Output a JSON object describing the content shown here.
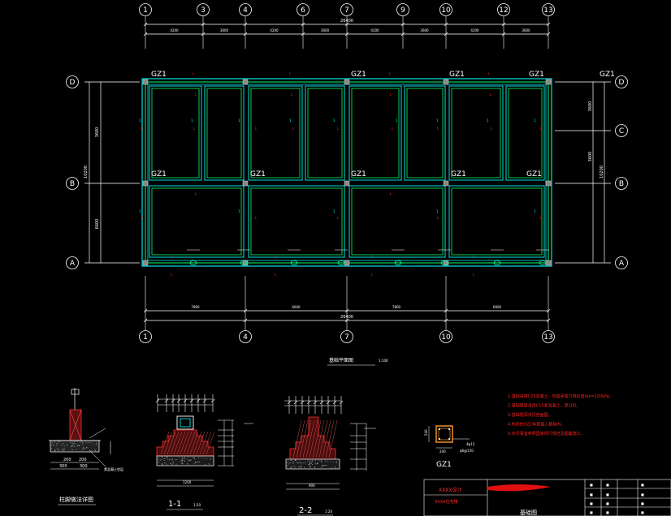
{
  "grid": {
    "top_axes": [
      "1",
      "3",
      "4",
      "6",
      "7",
      "9",
      "10",
      "12",
      "13"
    ],
    "bottom_axes": [
      "1",
      "4",
      "7",
      "10",
      "13"
    ],
    "left_rows": [
      "D",
      "B",
      "A"
    ],
    "right_rows": [
      "D",
      "C",
      "B",
      "A"
    ]
  },
  "dims": {
    "top_spans": [
      "4200",
      "3600",
      "4200",
      "3600",
      "4200",
      "3600",
      "4200",
      "3600"
    ],
    "top_total": "26400",
    "bottom_spans": [
      "7800",
      "6600",
      "7800",
      "6600"
    ],
    "bottom_total": "26400",
    "left_a": "3600",
    "left_b": "6600",
    "left_total": "10200",
    "right_a": "3600",
    "right_b": "3600",
    "right_total": "10200"
  },
  "labels": {
    "gz1": "GZ1",
    "plan_title": "基础平面图",
    "plan_scale": "1:100",
    "sec1": "1-1",
    "sec1_scale": "1:20",
    "sec2": "2-2",
    "sec2_scale": "1:20",
    "col_title": "柱脚做法详图",
    "col_label": "GZ1",
    "col_dim_w": "240",
    "col_dim_h": "240",
    "col_rebar": "4φ12",
    "col_stirrup": "φ6@150",
    "col_d1": "200",
    "col_d2": "200",
    "col_d3": "300",
    "col_d4": "300",
    "col_note": "素混凝土垫层",
    "sec1_d1": "1200",
    "sec2_d1": "900"
  },
  "notes": [
    "1.基础采用C25混凝土，地基承载力特征值fak=120kPa。",
    "2.基础垫层采用C15素混凝土，厚100。",
    "3.基础埋深详见剖面图。",
    "4.构造柱GZ1纵筋锚入基础内。",
    "5.未尽事宜参照国家现行规范及图集施工。"
  ],
  "title_block": {
    "company": "XXXX设计",
    "project": "XXXX住宅楼",
    "drawing": "基础图"
  }
}
